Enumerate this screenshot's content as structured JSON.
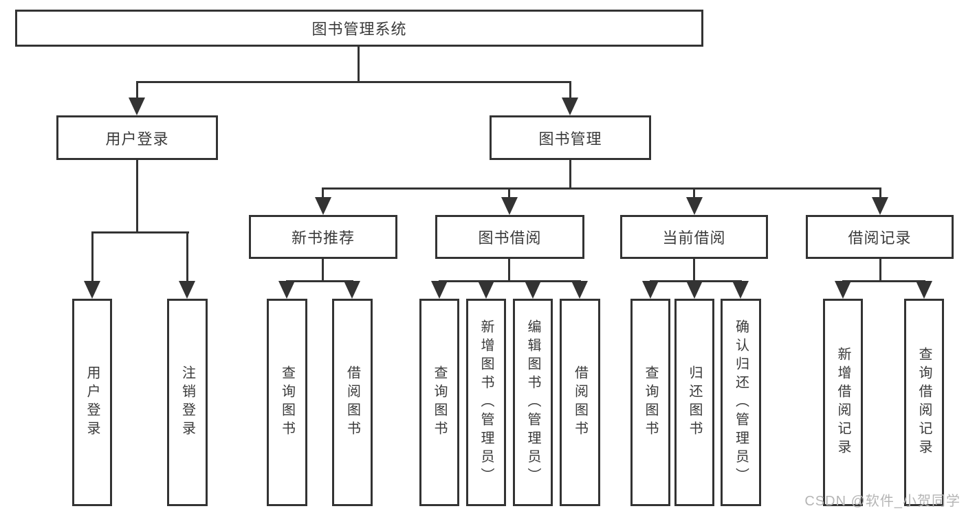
{
  "colors": {
    "line": "#333333",
    "text": "#3a3a3a",
    "background": "#ffffff",
    "watermark": "#b5b5b5"
  },
  "watermark": "CSDN @软件_小贺同学",
  "tree": {
    "root": "图书管理系统",
    "branches": [
      {
        "label": "用户登录",
        "children": [
          "用户登录",
          "注销登录"
        ]
      },
      {
        "label": "图书管理",
        "sections": [
          {
            "label": "新书推荐",
            "children": [
              "查询图书",
              "借阅图书"
            ]
          },
          {
            "label": "图书借阅",
            "children": [
              "查询图书",
              "新增图书（管理员）",
              "编辑图书（管理员）",
              "借阅图书"
            ]
          },
          {
            "label": "当前借阅",
            "children": [
              "查询图书",
              "归还图书",
              "确认归还（管理员）"
            ]
          },
          {
            "label": "借阅记录",
            "children": [
              "新增借阅记录",
              "查询借阅记录"
            ]
          }
        ]
      }
    ]
  }
}
